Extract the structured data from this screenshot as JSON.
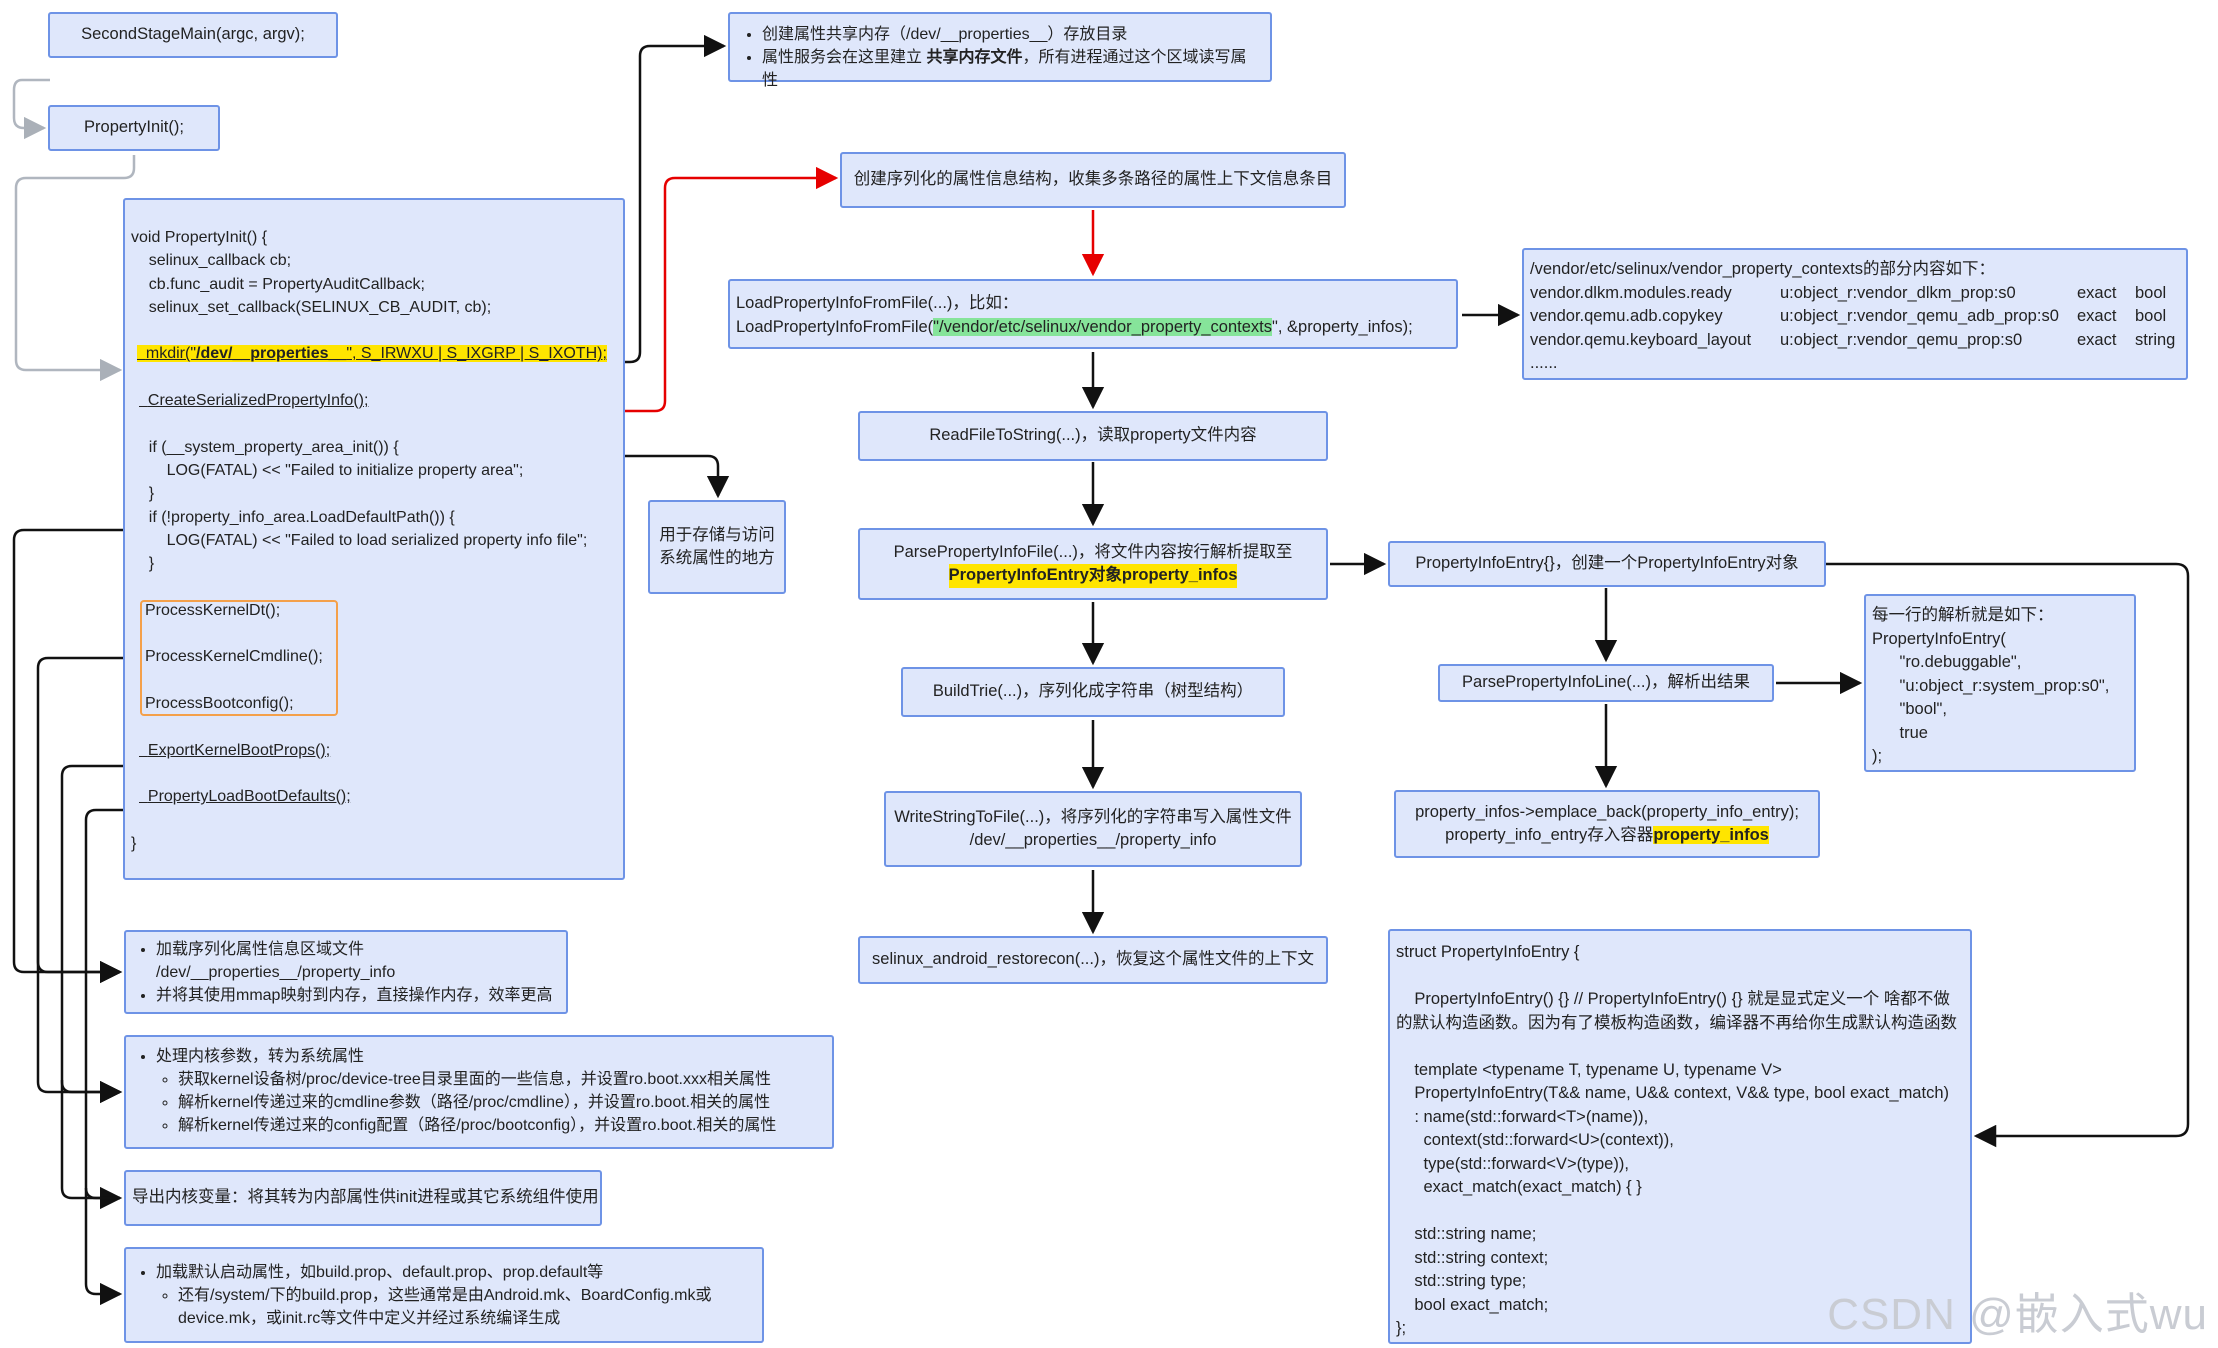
{
  "boxes": {
    "second_stage": "SecondStageMain(argc, argv);",
    "property_init": "PropertyInit();",
    "code": {
      "l01": "void PropertyInit() {",
      "l02": "    selinux_callback cb;",
      "l03": "    cb.func_audit = PropertyAuditCallback;",
      "l04": "    selinux_set_callback(SELINUX_CB_AUDIT, cb);",
      "l05a": "mkdir(\"",
      "l05b": "/dev/__properties__",
      "l05c": "\", S_IRWXU | S_IXGRP | S_IXOTH);",
      "l06": "CreateSerializedPropertyInfo();",
      "l07": "    if (__system_property_area_init()) {",
      "l08": "        LOG(FATAL) << \"Failed to initialize property area\";",
      "l09": "    }",
      "l10": "    if (!property_info_area.LoadDefaultPath()) {",
      "l11": "        LOG(FATAL) << \"Failed to load serialized property info file\";",
      "l12": "    }",
      "l13": "ProcessKernelDt();",
      "l14": "ProcessKernelCmdline();",
      "l15": "ProcessBootconfig();",
      "l16": "ExportKernelBootProps();",
      "l17": "PropertyLoadBootDefaults();",
      "l18": "}"
    },
    "shm": {
      "i1": "创建属性共享内存（/dev/__properties__）存放目录",
      "i2a": "属性服务会在这里建立 ",
      "i2b": "共享内存文件",
      "i2c": "，所有进程通过这个区域读写属性"
    },
    "serialize": "创建序列化的属性信息结构，收集多条路径的属性上下文信息条目",
    "load": {
      "l1": "LoadPropertyInfoFromFile(...)，比如：",
      "l2a": "LoadPropertyInfoFromFile(",
      "l2b": "\"/vendor/etc/selinux/vendor_property_contexts",
      "l2c": "\", &property_infos);"
    },
    "vendor": {
      "title": "/vendor/etc/selinux/vendor_property_contexts的部分内容如下：",
      "rows": [
        [
          "vendor.dlkm.modules.ready",
          "u:object_r:vendor_dlkm_prop:s0",
          "exact",
          "bool"
        ],
        [
          "vendor.qemu.adb.copykey",
          "u:object_r:vendor_qemu_adb_prop:s0",
          "exact",
          "bool"
        ],
        [
          "vendor.qemu.keyboard_layout",
          "u:object_r:vendor_qemu_prop:s0",
          "exact",
          "string"
        ]
      ],
      "more": "......"
    },
    "readfile": "ReadFileToString(...)，读取property文件内容",
    "parse": {
      "l1": "ParsePropertyInfoFile(...)，将文件内容按行解析提取至",
      "l2": "PropertyInfoEntry对象property_infos"
    },
    "entry": "PropertyInfoEntry{}，创建一个PropertyInfoEntry对象",
    "storage": {
      "l1": "用于存储与访问",
      "l2": "系统属性的地方"
    },
    "buildtrie": "BuildTrie(...)，序列化成字符串（树型结构）",
    "parseline": "ParsePropertyInfoLine(...)，解析出结果",
    "perline": {
      "l1": "每一行的解析就是如下：",
      "l2": "PropertyInfoEntry(",
      "l3": "      \"ro.debuggable\",",
      "l4": "      \"u:object_r:system_prop:s0\",",
      "l5": "      \"bool\",",
      "l6": "      true",
      "l7": ");"
    },
    "writefile": {
      "l1": "WriteStringToFile(...)，将序列化的字符串写入属性文件",
      "l2": "/dev/__properties__/property_info"
    },
    "emplace": {
      "l1": "property_infos->emplace_back(property_info_entry);",
      "l2a": "property_info_entry存入容器",
      "l2b": "property_infos"
    },
    "restorecon": "selinux_android_restorecon(...)，恢复这个属性文件的上下文",
    "struct": {
      "l01": "struct PropertyInfoEntry {",
      "l02": "",
      "l03": "    PropertyInfoEntry() {} // PropertyInfoEntry() {} 就是显式定义一个 啥都不做",
      "l04": "的默认构造函数。因为有了模板构造函数，编译器不再给你生成默认构造函数",
      "l05": "",
      "l06": "    template <typename T, typename U, typename V>",
      "l07": "    PropertyInfoEntry(T&& name, U&& context, V&& type, bool exact_match)",
      "l08": "    : name(std::forward<T>(name)),",
      "l09": "      context(std::forward<U>(context)),",
      "l10": "      type(std::forward<V>(type)),",
      "l11": "      exact_match(exact_match) { }",
      "l12": "",
      "l13": "    std::string name;",
      "l14": "    std::string context;",
      "l15": "    std::string type;",
      "l16": "    bool exact_match;",
      "l17": "};"
    },
    "loadarea": {
      "i1a": "加载序列化属性信息区域文件",
      "i1b": "/dev/__properties__/property_info",
      "i2": "并将其使用mmap映射到内存，直接操作内存，效率更高"
    },
    "kernel": {
      "i1": "处理内核参数，转为系统属性",
      "s1": "获取kernel设备树/proc/device-tree目录里面的一些信息，并设置ro.boot.xxx相关属性",
      "s2": "解析kernel传递过来的cmdline参数（路径/proc/cmdline），并设置ro.boot.相关的属性",
      "s3": "解析kernel传递过来的config配置（路径/proc/bootconfig），并设置ro.boot.相关的属性"
    },
    "export": "导出内核变量：将其转为内部属性供init进程或其它系统组件使用",
    "defaults": {
      "i1": "加载默认启动属性，如build.prop、default.prop、prop.default等",
      "s1a": "还有/system/下的build.prop，这些通常是由Android.mk、BoardConfig.mk或",
      "s1b": "device.mk，或init.rc等文件中定义并经过系统编译生成"
    }
  },
  "watermark": "CSDN @嵌入式wu",
  "colors": {
    "box_fill": "#dfe7fb",
    "box_border": "#6e93e6",
    "highlight_yellow": "#ffe500",
    "highlight_green": "#86e49a",
    "arrow_red": "#e60000",
    "group_border_orange": "#f4a04a"
  }
}
